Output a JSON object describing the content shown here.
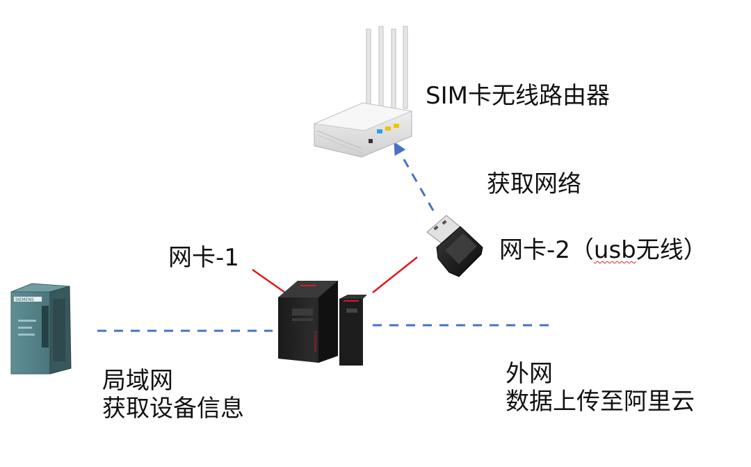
{
  "colors": {
    "dashed_link": "#4472c4",
    "solid_link": "#e3151a",
    "background": "#ffffff"
  },
  "nodes": {
    "router": {
      "icon": "wireless-router-icon",
      "label": "SIM卡无线路由器"
    },
    "usb_adapter": {
      "icon": "usb-wifi-adapter-icon",
      "label_prefix": "网卡-2（",
      "label_spell": "usb",
      "label_suffix": "无线）"
    },
    "plc": {
      "icon": "siemens-plc-icon",
      "brand": "SIEMENS"
    },
    "workstation": {
      "icon": "workstation-pc-icon",
      "brand": "ThinkStation"
    }
  },
  "edges": {
    "nic1_label": "网卡-1",
    "acquire_network": "获取网络",
    "lan": {
      "line1": "局域网",
      "line2": "获取设备信息"
    },
    "wan": {
      "line1": "外网",
      "line2": "数据上传至阿里云"
    }
  }
}
